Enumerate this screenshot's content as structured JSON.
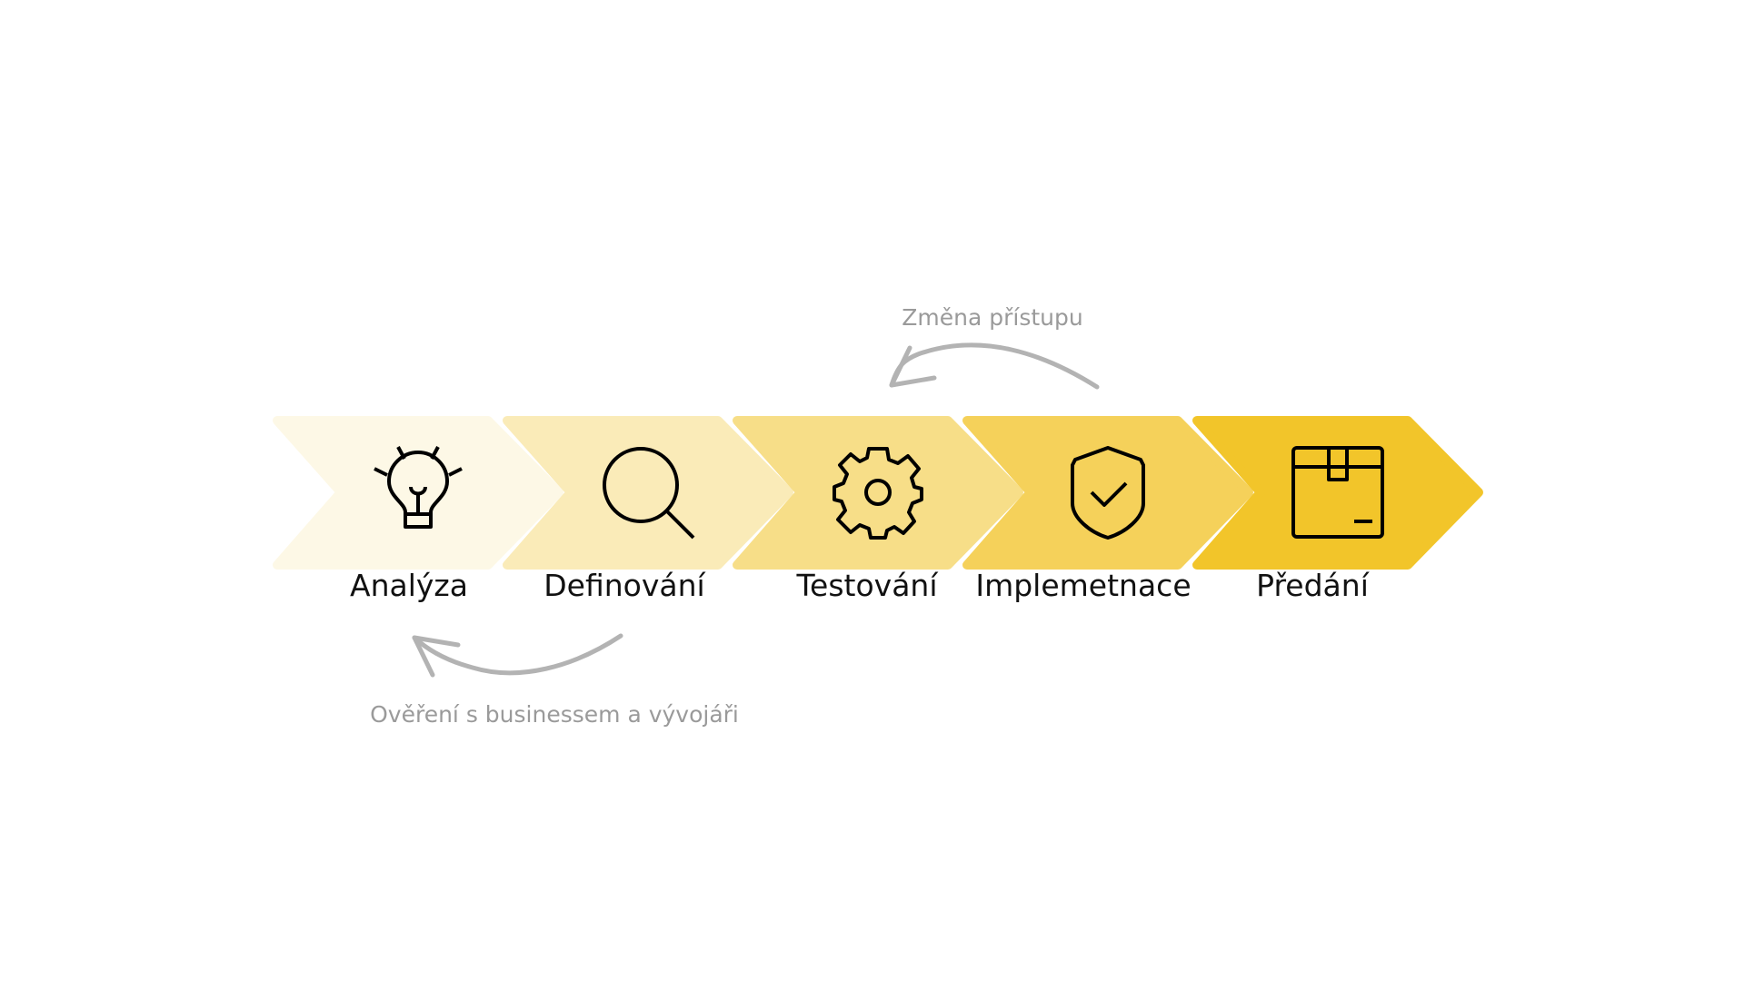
{
  "steps": [
    {
      "label": "Analýza",
      "icon": "lightbulb-icon",
      "color": "#FDF8E6"
    },
    {
      "label": "Definování",
      "icon": "magnifier-icon",
      "color": "#FAEBB8"
    },
    {
      "label": "Testování",
      "icon": "gear-icon",
      "color": "#F7DE88"
    },
    {
      "label": "Implemetnace",
      "icon": "shield-check-icon",
      "color": "#F5D15A"
    },
    {
      "label": "Předání",
      "icon": "box-icon",
      "color": "#F2C52A"
    }
  ],
  "annotations": {
    "top": "Změna přístupu",
    "bottom": "Ověření s businessem a vývojáři"
  },
  "arrow_color": "#B3B3B3"
}
